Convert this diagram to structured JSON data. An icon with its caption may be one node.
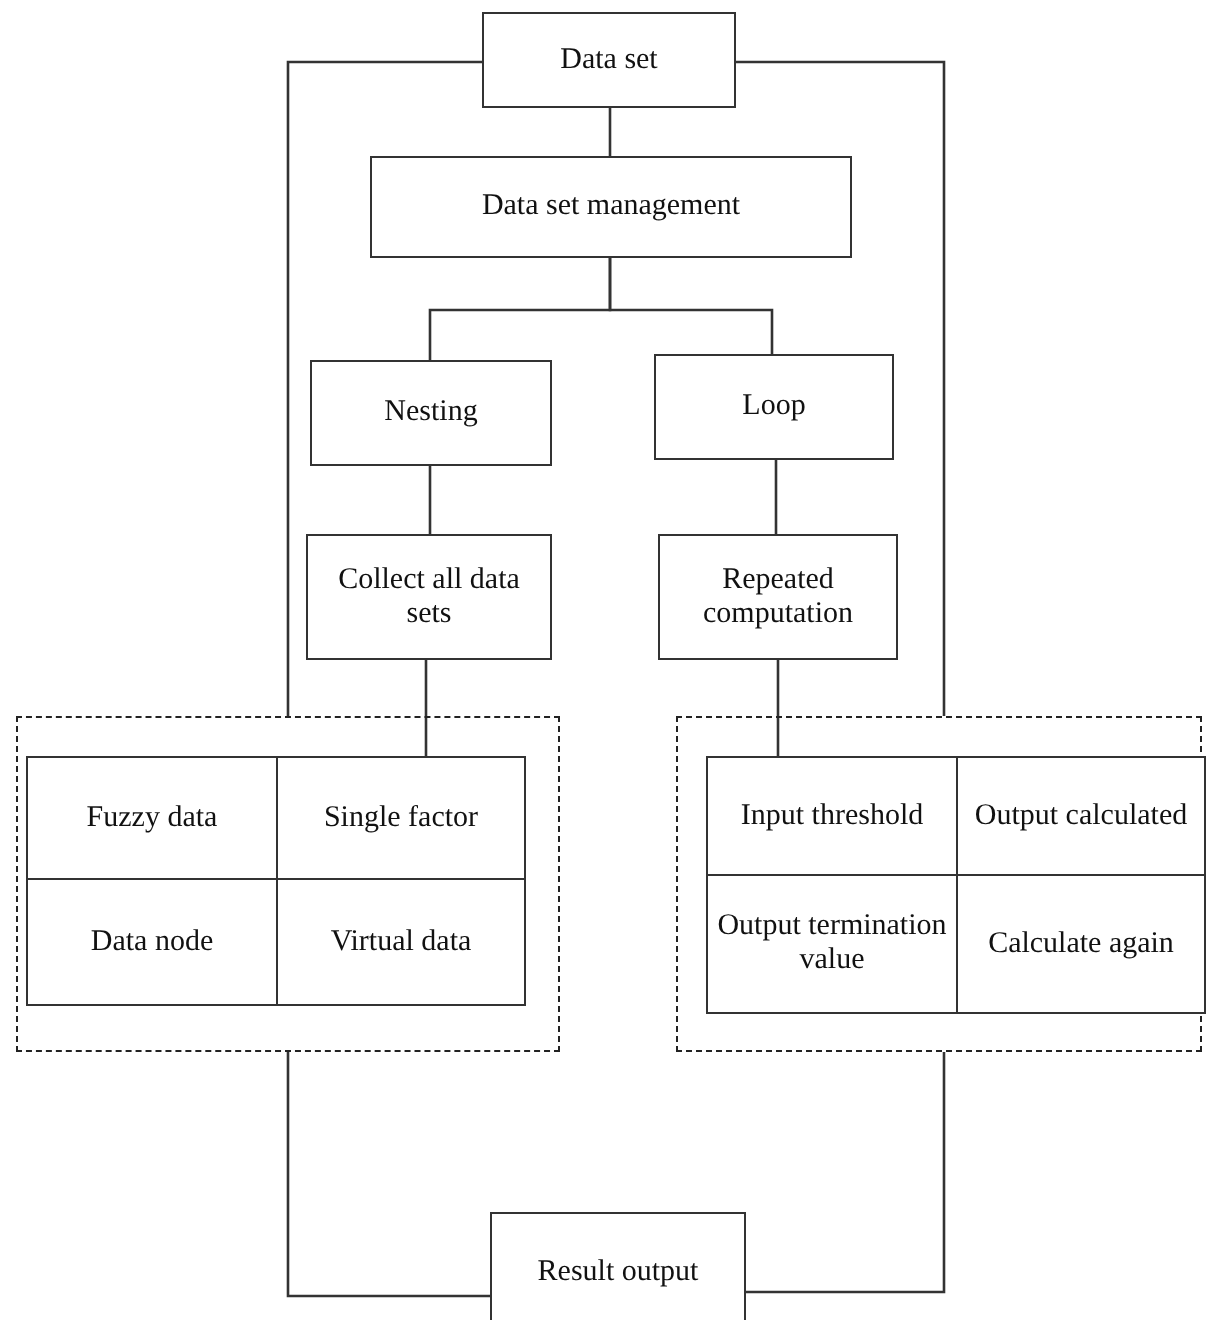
{
  "diagram": {
    "nodes": [
      {
        "text": [
          "Data set"
        ]
      },
      {
        "text": [
          "Data set management"
        ]
      },
      {
        "text": [
          "Nesting"
        ]
      },
      {
        "text": [
          "Loop"
        ]
      },
      {
        "text": [
          "Collect all data sets"
        ]
      },
      {
        "text": [
          "Repeated computation"
        ]
      },
      {
        "text": [],
        "shape": "box"
      },
      {
        "text": [
          "Fuzzy data"
        ],
        "in": 6
      },
      {
        "text": [
          "Single factor"
        ],
        "in": 6
      },
      {
        "text": [
          "Data node"
        ],
        "in": 6
      },
      {
        "text": [
          "Virtual data"
        ],
        "in": 6
      },
      {
        "text": [],
        "shape": "box"
      },
      {
        "text": [
          "Input threshold"
        ],
        "in": 11
      },
      {
        "text": [
          "Output calculated"
        ],
        "in": 11
      },
      {
        "text": [
          "Output termination value"
        ],
        "in": 11
      },
      {
        "text": [
          "Calculate again"
        ],
        "in": 11
      },
      {
        "text": [
          "Result output"
        ]
      }
    ],
    "edges": [
      {
        "from": 0,
        "to": 1,
        "arrow": "none"
      },
      {
        "from": 1,
        "to": 2,
        "arrow": "none"
      },
      {
        "from": 1,
        "to": 3,
        "arrow": "none"
      },
      {
        "from": 2,
        "to": 4,
        "arrow": "none"
      },
      {
        "from": 3,
        "to": 5,
        "arrow": "none"
      },
      {
        "from": 4,
        "to": 8,
        "arrow": "none"
      },
      {
        "from": 5,
        "to": 12,
        "arrow": "none"
      },
      {
        "from": 0,
        "to": 6,
        "arrow": "none"
      },
      {
        "from": 0,
        "to": 11,
        "arrow": "none"
      },
      {
        "from": 6,
        "to": 16,
        "arrow": "none"
      },
      {
        "from": 11,
        "to": 16,
        "arrow": "none"
      }
    ]
  }
}
